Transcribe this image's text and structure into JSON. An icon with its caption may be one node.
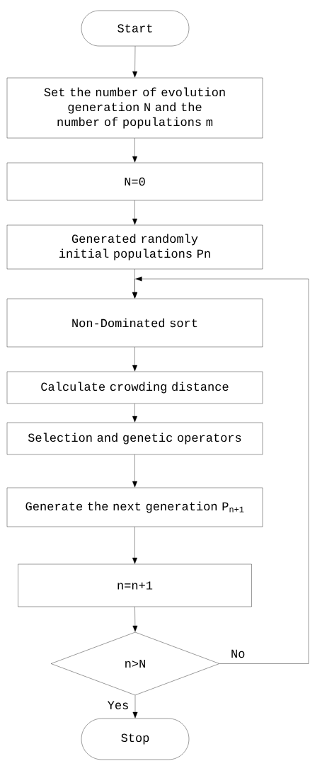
{
  "diagram": {
    "nodes": [
      {
        "text": [
          "Start"
        ]
      },
      {
        "text": [
          "Set the number of evolution generation N and the number of populations m"
        ]
      },
      {
        "text": [
          "N=0"
        ]
      },
      {
        "text": [
          "Generated randomly initial populations Pn"
        ]
      },
      {
        "text": [
          "Non-Dominated sort"
        ]
      },
      {
        "text": [
          "Calculate crowding distance"
        ]
      },
      {
        "text": [
          "Selection and genetic operators"
        ]
      },
      {
        "text": [
          "Generate the next generation P$_{n+1}$"
        ]
      },
      {
        "text": [
          "n=n+1"
        ]
      },
      {
        "text": [
          "n>N"
        ]
      },
      {
        "text": [
          "Stop"
        ]
      }
    ],
    "edges": [
      {
        "from": 0,
        "to": 1,
        "arrow": "to"
      },
      {
        "from": 1,
        "to": 2,
        "arrow": "to"
      },
      {
        "from": 2,
        "to": 3,
        "arrow": "to"
      },
      {
        "from": 3,
        "to": 4,
        "arrow": "to"
      },
      {
        "from": 4,
        "to": 5,
        "arrow": "to"
      },
      {
        "from": 5,
        "to": 6,
        "arrow": "to"
      },
      {
        "from": 6,
        "to": 7,
        "arrow": "to"
      },
      {
        "from": 7,
        "to": 8,
        "arrow": "to"
      },
      {
        "from": 8,
        "to": 9,
        "arrow": "to"
      },
      {
        "from": 9,
        "to": 10,
        "arrow": "to",
        "label": "Yes"
      },
      {
        "from": 9,
        "to": 4,
        "arrow": "to",
        "label": "No"
      }
    ]
  }
}
